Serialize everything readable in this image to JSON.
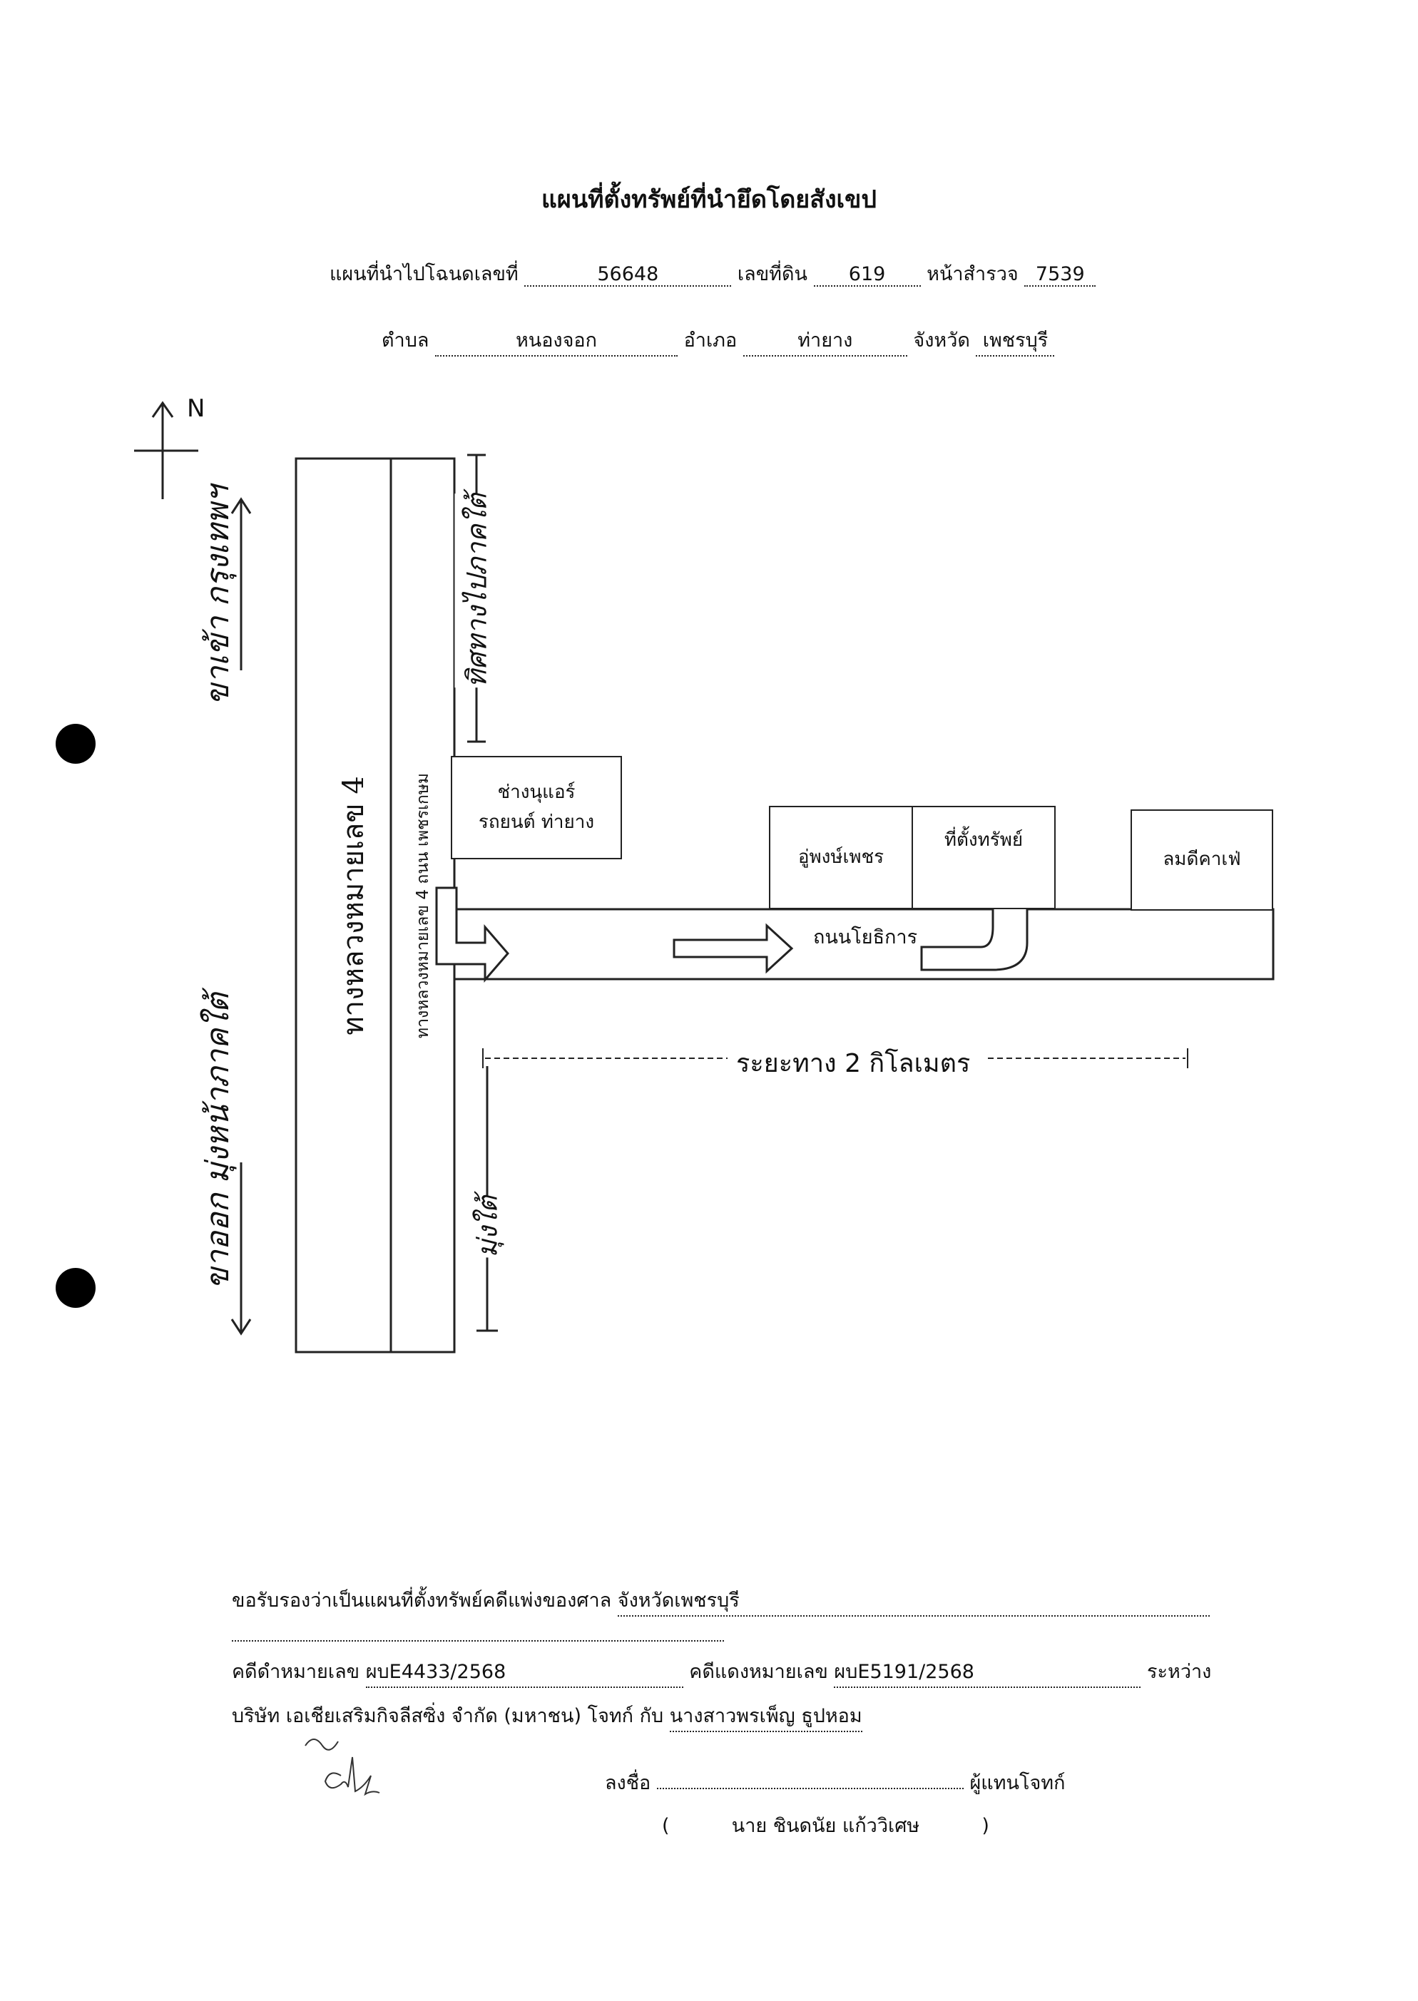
{
  "title": "แผนที่ตั้งทรัพย์ที่นำยึดโดยสังเขป",
  "header": {
    "deed_label": "แผนที่นำไปโฉนดเลขที่",
    "deed_no": "56648",
    "land_label": "เลขที่ดิน",
    "land_no": "619",
    "survey_label": "หน้าสำรวจ",
    "survey_no": "7539",
    "subdistrict_label": "ตำบล",
    "subdistrict": "หนองจอก",
    "district_label": "อำเภอ",
    "district": "ท่ายาง",
    "province_label": "จังหวัด",
    "province": "เพชรบุรี"
  },
  "map": {
    "north": "N",
    "highway_label": "ทางหลวงหมายเลข 4",
    "road_label": "ทางหลวงหมายเลข 4 ถนน เพชรเกษม",
    "lane_up_label": "ขาเข้า กรุงเทพฯ",
    "lane_down_label": "ขาออก มุ่งหน้าภาคใต้",
    "right_up_label": "ทิศทางไปภาคใต้",
    "right_down_label": "มุ่งใต้",
    "side_road_label": "ถนนโยธิการ",
    "distance_label": "ระยะทาง 2 กิโลเมตร",
    "landmarks": [
      {
        "line1": "ช่างนุแอร์",
        "line2": "รถยนต์ ท่ายาง"
      },
      {
        "line1": "อู่พงษ์เพชร",
        "line2": ""
      },
      {
        "line1": "ที่ตั้งทรัพย์",
        "line2": ""
      },
      {
        "line1": "ลมดีคาเฟ่",
        "line2": ""
      }
    ]
  },
  "footer": {
    "certify_label": "ขอรับรองว่าเป็นแผนที่ตั้งทรัพย์คดีแพ่งของศาล",
    "court": "จังหวัดเพชรบุรี",
    "black_case_label": "คดีดำหมายเลข",
    "black_case": "ผบE4433/2568",
    "red_case_label": "คดีแดงหมายเลข",
    "red_case": "ผบE5191/2568",
    "between_label": "ระหว่าง",
    "parties_plaintiff": "บริษัท เอเชียเสริมกิจลีสซิ่ง จำกัด (มหาชน) โจทก์ กับ",
    "parties_defendant": "นางสาวพรเพ็ญ ธูปหอม",
    "sign_label": "ลงชื่อ",
    "sign_role": "ผู้แทนโจทก์",
    "signer_name": "นาย ชินดนัย แก้ววิเศษ",
    "paren_open": "(",
    "paren_close": ")"
  }
}
